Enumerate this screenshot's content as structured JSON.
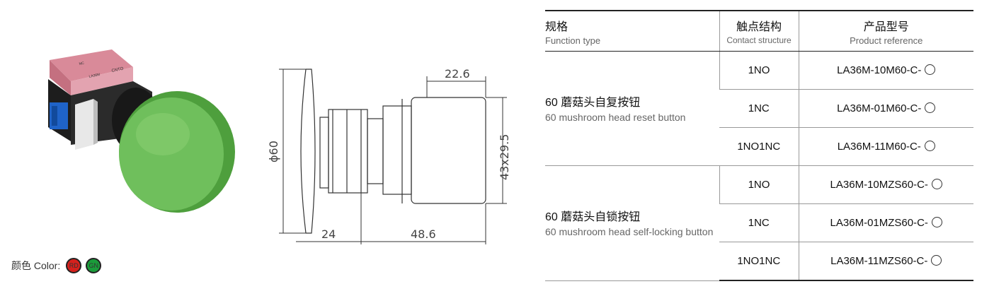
{
  "photo": {
    "brand_mark": "CNTO",
    "model_mark": "LA36M",
    "contact_mark": "NC"
  },
  "drawing": {
    "dim_width": "22.6",
    "dim_diameter": "ϕ60",
    "dim_body": "43x29.5",
    "dim_head": "24",
    "dim_length": "48.6"
  },
  "color": {
    "label": "颜色 Color:",
    "options": [
      {
        "code": "RD",
        "hex": "#d6201c"
      },
      {
        "code": "GN",
        "hex": "#1a9c3a"
      }
    ]
  },
  "table": {
    "headers": [
      {
        "zh": "规格",
        "en": "Function type"
      },
      {
        "zh": "触点结构",
        "en": "Contact structure"
      },
      {
        "zh": "产品型号",
        "en": "Product reference"
      }
    ],
    "groups": [
      {
        "zh": "60 蘑菇头自复按钮",
        "en": "60 mushroom head reset button",
        "rows": [
          {
            "contact": "1NO",
            "ref": "LA36M-10M60-C-"
          },
          {
            "contact": "1NC",
            "ref": "LA36M-01M60-C-"
          },
          {
            "contact": "1NO1NC",
            "ref": "LA36M-11M60-C-"
          }
        ]
      },
      {
        "zh": "60 蘑菇头自锁按钮",
        "en": "60 mushroom head self-locking button",
        "rows": [
          {
            "contact": "1NO",
            "ref": "LA36M-10MZS60-C-"
          },
          {
            "contact": "1NC",
            "ref": "LA36M-01MZS60-C-"
          },
          {
            "contact": "1NO1NC",
            "ref": "LA36M-11MZS60-C-"
          }
        ]
      }
    ]
  }
}
